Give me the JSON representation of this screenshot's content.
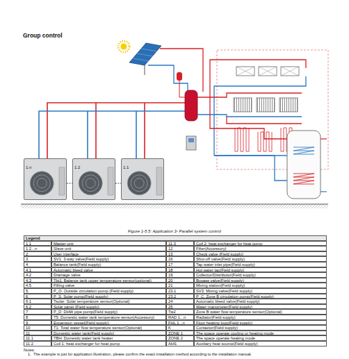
{
  "diagram": {
    "title": "Group control",
    "caption": "Figure 1-5.5: Application 3- Parallel system control",
    "nodes": [
      {
        "text": [
          "1.n"
        ]
      },
      {
        "text": [
          "1.2"
        ]
      },
      {
        "text": [
          "1.1"
        ]
      }
    ],
    "edges": [
      {
        "from": 0,
        "to": 1,
        "arrow": "none"
      },
      {
        "from": 1,
        "to": 2,
        "arrow": "none"
      }
    ],
    "labels": [
      "Legend",
      "1.1",
      "Master unit",
      "11.3",
      "Coil 2: heat exchanger for heat pump",
      "1.2...n",
      "Slave unit",
      "12",
      "Filter(Accessory)",
      "2",
      "User interface",
      "13",
      "Check valve (Field supply)",
      "3",
      "SV1: 3-way valve(Field supply)",
      "16",
      "Shut-off valve(Field supply)",
      "4",
      "Balance tank(Field supply)",
      "17",
      "Tap water inlet pipe(Field supply)",
      "4.1",
      "Automatic bleed valve",
      "18",
      "Hot water tap(Field supply)",
      "4.2",
      "Drainage valve",
      "19",
      "Collector/Distributor(Field supply)",
      "4.3",
      "Tbt1: Balance tank upper temperature sensor(optional)",
      "20",
      "Bypass valve(Field supply)",
      "4.5",
      "Filling valve",
      "21",
      "Mixing station(Field supply)",
      "5",
      "P_O: Outside circulation pump (Field supply)",
      "23.1",
      "SV3: Mixing valve(Field supply)",
      "6",
      "P_S: Solar pump(Field supply)",
      "23.2",
      "P_C: Zone B circulation pump(Field supply)",
      "6.1",
      "Tsolar: Solar temperature sensor(Optional)",
      "24",
      "Automatic bleed valve(Field supply)",
      "6.2",
      "Solar panel (Field supply)",
      "25",
      "Water manometer(Field supply)",
      "7",
      "P_D: DHW pipe pump(Field supply)",
      "Tw2",
      "Zone B water flow temperature sensor(Optional)",
      "8",
      "T5: Domestic water tank temperature sensor(Accessory)",
      "RAD 1...n",
      "Radiator(Field supply)",
      "9",
      "Expansion vessel(Field supply)",
      "FHL 1...n",
      "Floor heating loop(Field supply)",
      "10",
      "T1: Total water flow temperature sensor(Optional)",
      "K",
      "Contactor(Field supply)",
      "11",
      "Domestic water tank(Field supply)",
      "ZONE 1",
      "The space operate cooling or heating mode",
      "11.1",
      "TBH: Domestic water tank heater",
      "ZONE 2",
      "The space operate heating mode",
      "11.2",
      "Coil 1: heat exchanger for heat pump",
      "AHS",
      "Auxiliary heat source(Field supply)",
      "Notes:",
      "1.",
      "The example is just for application illustration, please confirm the exact installation method according to the installation manual."
    ]
  }
}
